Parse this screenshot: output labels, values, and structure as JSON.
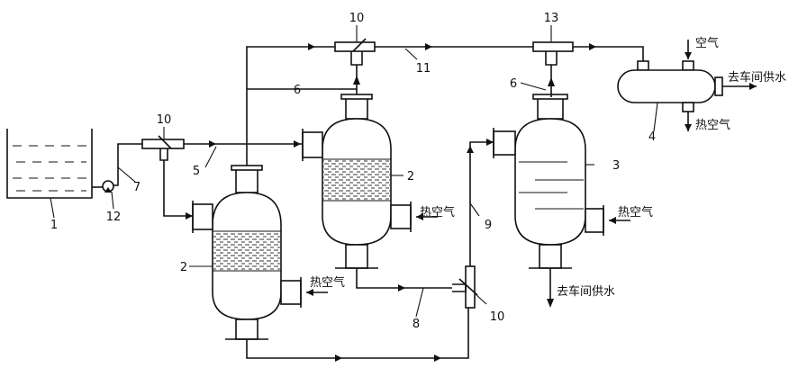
{
  "labels": {
    "tank": "1",
    "dryer_left": "2",
    "dryer_mid": "2",
    "settler": "3",
    "air_drum": "4",
    "pipe5": "5",
    "pipe6_left": "6",
    "pipe6_right": "6",
    "pipe7": "7",
    "pipe8": "8",
    "pipe9": "9",
    "ejector_left": "10",
    "ejector_top": "10",
    "ejector_bottom": "10",
    "pipe11": "11",
    "pump": "12",
    "mixer13": "13"
  },
  "texts": {
    "hot_air_mid": "热空气",
    "hot_air_left": "热空气",
    "hot_air_settler": "热空气",
    "air_in": "空气",
    "hot_air_out": "热空气",
    "water_supply_right": "去车间供水",
    "water_supply_bottom": "去车间供水"
  }
}
